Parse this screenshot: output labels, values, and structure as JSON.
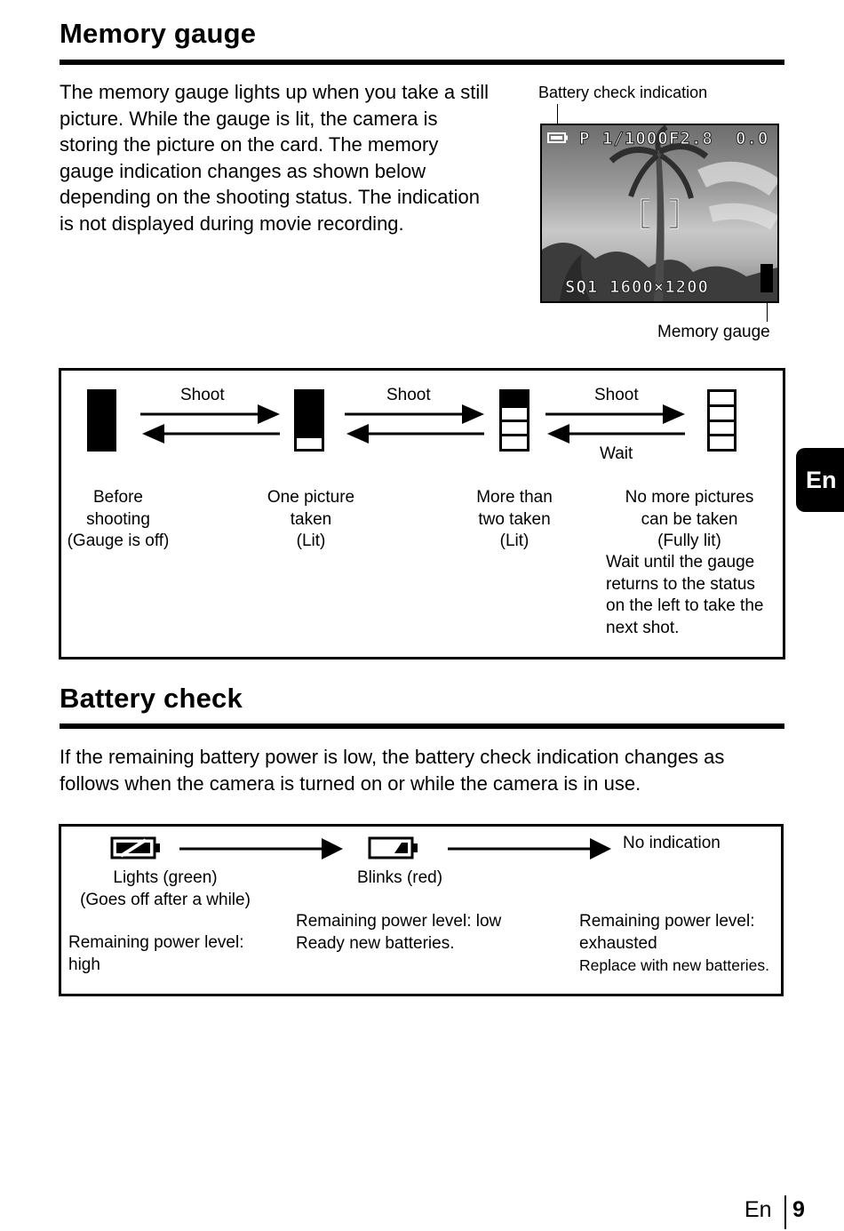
{
  "memory_section": {
    "heading": "Memory gauge",
    "paragraph": [
      "The memory gauge lights up when you take a still",
      "picture. While the gauge is lit, the camera is",
      "storing the picture on the card.  The memory",
      "gauge indication changes as shown below",
      "depending on the shooting status. The indication",
      "is not displayed during movie recording."
    ],
    "battery_callout": "Battery check indication",
    "memory_callout": "Memory gauge",
    "lcd": {
      "mode": "P",
      "shutter": "1/1000",
      "aperture": "F2.8",
      "exposure": "0.0",
      "quality": "SQ1",
      "resolution": "1600×1200"
    }
  },
  "memory_diagram": {
    "arrow_labels": [
      "Shoot",
      "Shoot",
      "Shoot"
    ],
    "wait_label": "Wait",
    "states": [
      {
        "lines": [
          "Before",
          "shooting",
          "(Gauge is off)"
        ]
      },
      {
        "lines": [
          "One picture",
          "taken",
          "(Lit)"
        ]
      },
      {
        "lines": [
          "More than",
          "two taken",
          "(Lit)"
        ]
      },
      {
        "lines": [
          "No more pictures",
          "can be taken",
          "(Fully lit)"
        ]
      }
    ],
    "wait_note": [
      "Wait until the gauge",
      "returns to the status",
      "on the left to take the",
      "next shot."
    ]
  },
  "battery_section": {
    "heading": "Battery check",
    "paragraph": [
      "If the remaining battery power is low, the battery check indication changes as",
      "follows when the camera is turned on or while the camera is in use."
    ]
  },
  "battery_diagram": {
    "no_indication": "No indication",
    "state1": {
      "status": "Lights (green)",
      "status_note": "(Goes off after a while)",
      "level": [
        "Remaining power level:",
        "high"
      ]
    },
    "state2": {
      "status": "Blinks (red)",
      "level": [
        "Remaining power level: low",
        "Ready new batteries."
      ]
    },
    "state3": {
      "level": [
        "Remaining power level:",
        "exhausted"
      ],
      "action": "Replace with new batteries."
    }
  },
  "side_tab": "En",
  "footer": {
    "lang": "En",
    "page_number": "9"
  },
  "icons": {
    "battery_full": "battery-full-icon",
    "battery_low": "battery-low-icon",
    "memory_gauge": "memory-gauge-icon"
  }
}
